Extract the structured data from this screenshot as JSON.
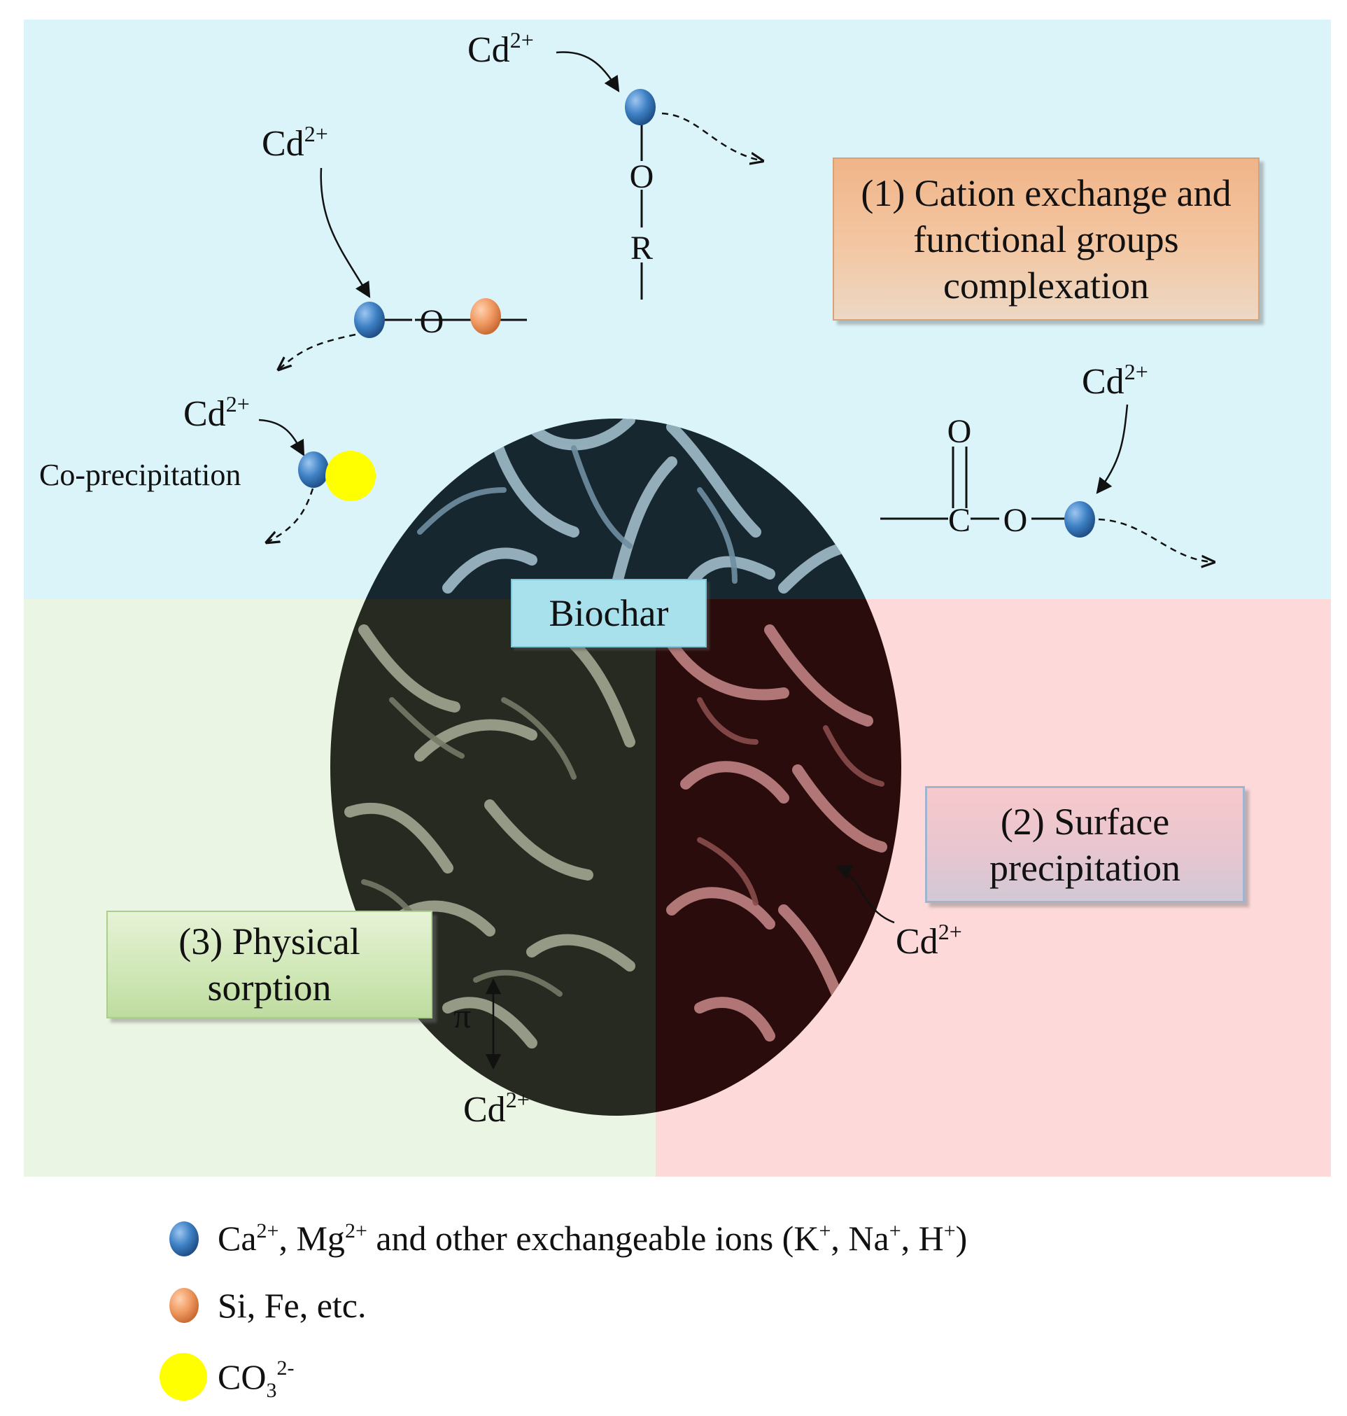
{
  "cd_ion": {
    "symbol": "Cd",
    "charge": "2+"
  },
  "pi_label": "π",
  "co_precipitation_label": "Co-precipitation",
  "groups": {
    "ether_o": "O",
    "ether_r": "R",
    "bridge_o": "O",
    "carboxyl_o_top": "O",
    "carboxyl_c": "C",
    "carboxyl_o": "O"
  },
  "center_label": "Biochar",
  "mechanisms": {
    "cation_exchange": [
      "(1) Cation exchange and",
      "functional groups",
      "complexation"
    ],
    "surface_precipitation": [
      "(2) Surface",
      "precipitation"
    ],
    "physical_sorption": [
      "(3) Physical",
      "sorption"
    ]
  },
  "legend": {
    "blue_pre": "Ca",
    "blue_sup1": "2+",
    "blue_mid": ", Mg",
    "blue_sup2": "2+",
    "blue_mid2": " and other exchangeable ions (K",
    "blue_sup3": "+",
    "blue_mid3": ", Na",
    "blue_sup4": "+",
    "blue_mid4": ", H",
    "blue_sup5": "+",
    "blue_end": ")",
    "orange": "Si, Fe, etc.",
    "yellow_pre": "CO",
    "yellow_sub": "3",
    "yellow_sup": "2-"
  },
  "colors": {
    "top_region": "#dbf4fa",
    "right_region": "#fdd9da",
    "left_region": "#ebf5e3",
    "exchangeable_ion": "#3d80c4",
    "si_fe": "#f09a62",
    "carbonate": "#ffff00"
  }
}
